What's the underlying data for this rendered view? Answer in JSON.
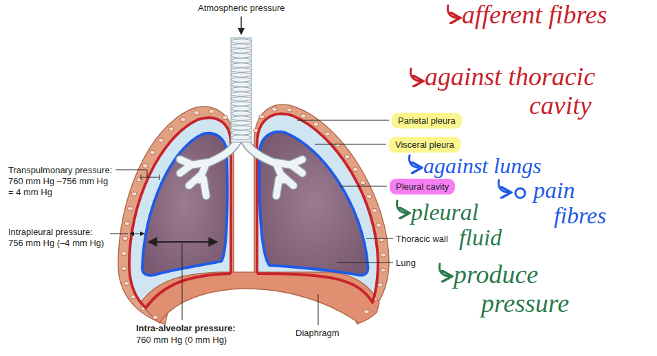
{
  "diagram": {
    "nodes": [
      {
        "text": [
          "Parietal pleura"
        ]
      },
      {
        "text": [
          "Visceral pleura"
        ]
      },
      {
        "text": [
          "Pleural cavity"
        ]
      }
    ],
    "labels": [
      "Atmospheric pressure",
      "Transpulmonary pressure: 760 mm Hg –756 mm Hg = 4 mm Hg",
      "Intrapleural pressure: 756 mm Hg (–4 mm Hg)",
      "Intra-alveolar pressure:",
      "760 mm Hg (0 mm Hg)",
      "Thoracic wall",
      "Lung",
      "Diaphragm",
      "afferent fibres",
      "against thoracic cavity",
      "against lungs",
      "pain fibres",
      "pleural fluid",
      "produce pressure"
    ]
  }
}
